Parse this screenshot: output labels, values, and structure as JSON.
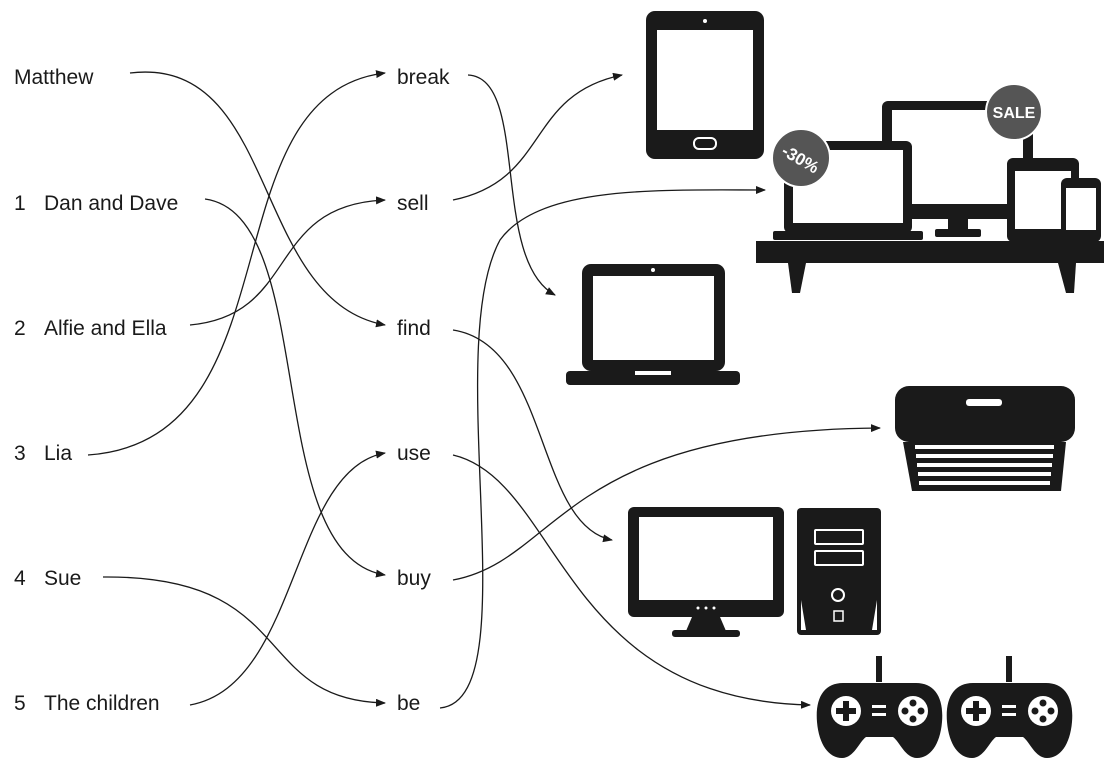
{
  "people": [
    {
      "number": "",
      "name": "Matthew"
    },
    {
      "number": "1",
      "name": "Dan and Dave"
    },
    {
      "number": "2",
      "name": "Alfie and Ella"
    },
    {
      "number": "3",
      "name": "Lia"
    },
    {
      "number": "4",
      "name": "Sue"
    },
    {
      "number": "5",
      "name": "The children"
    }
  ],
  "verbs": [
    "break",
    "sell",
    "find",
    "use",
    "buy",
    "be"
  ],
  "devices": {
    "tablet": "tablet-icon",
    "electronics_shelf": "electronics-shelf-icon",
    "laptop": "laptop-icon",
    "printer": "printer-icon",
    "desktop_computer": "desktop-computer-icon",
    "game_controllers": "game-controllers-icon"
  },
  "badges": {
    "discount": "-30%",
    "sale": "SALE"
  },
  "colors": {
    "ink": "#1a1a1a",
    "background": "#ffffff"
  }
}
